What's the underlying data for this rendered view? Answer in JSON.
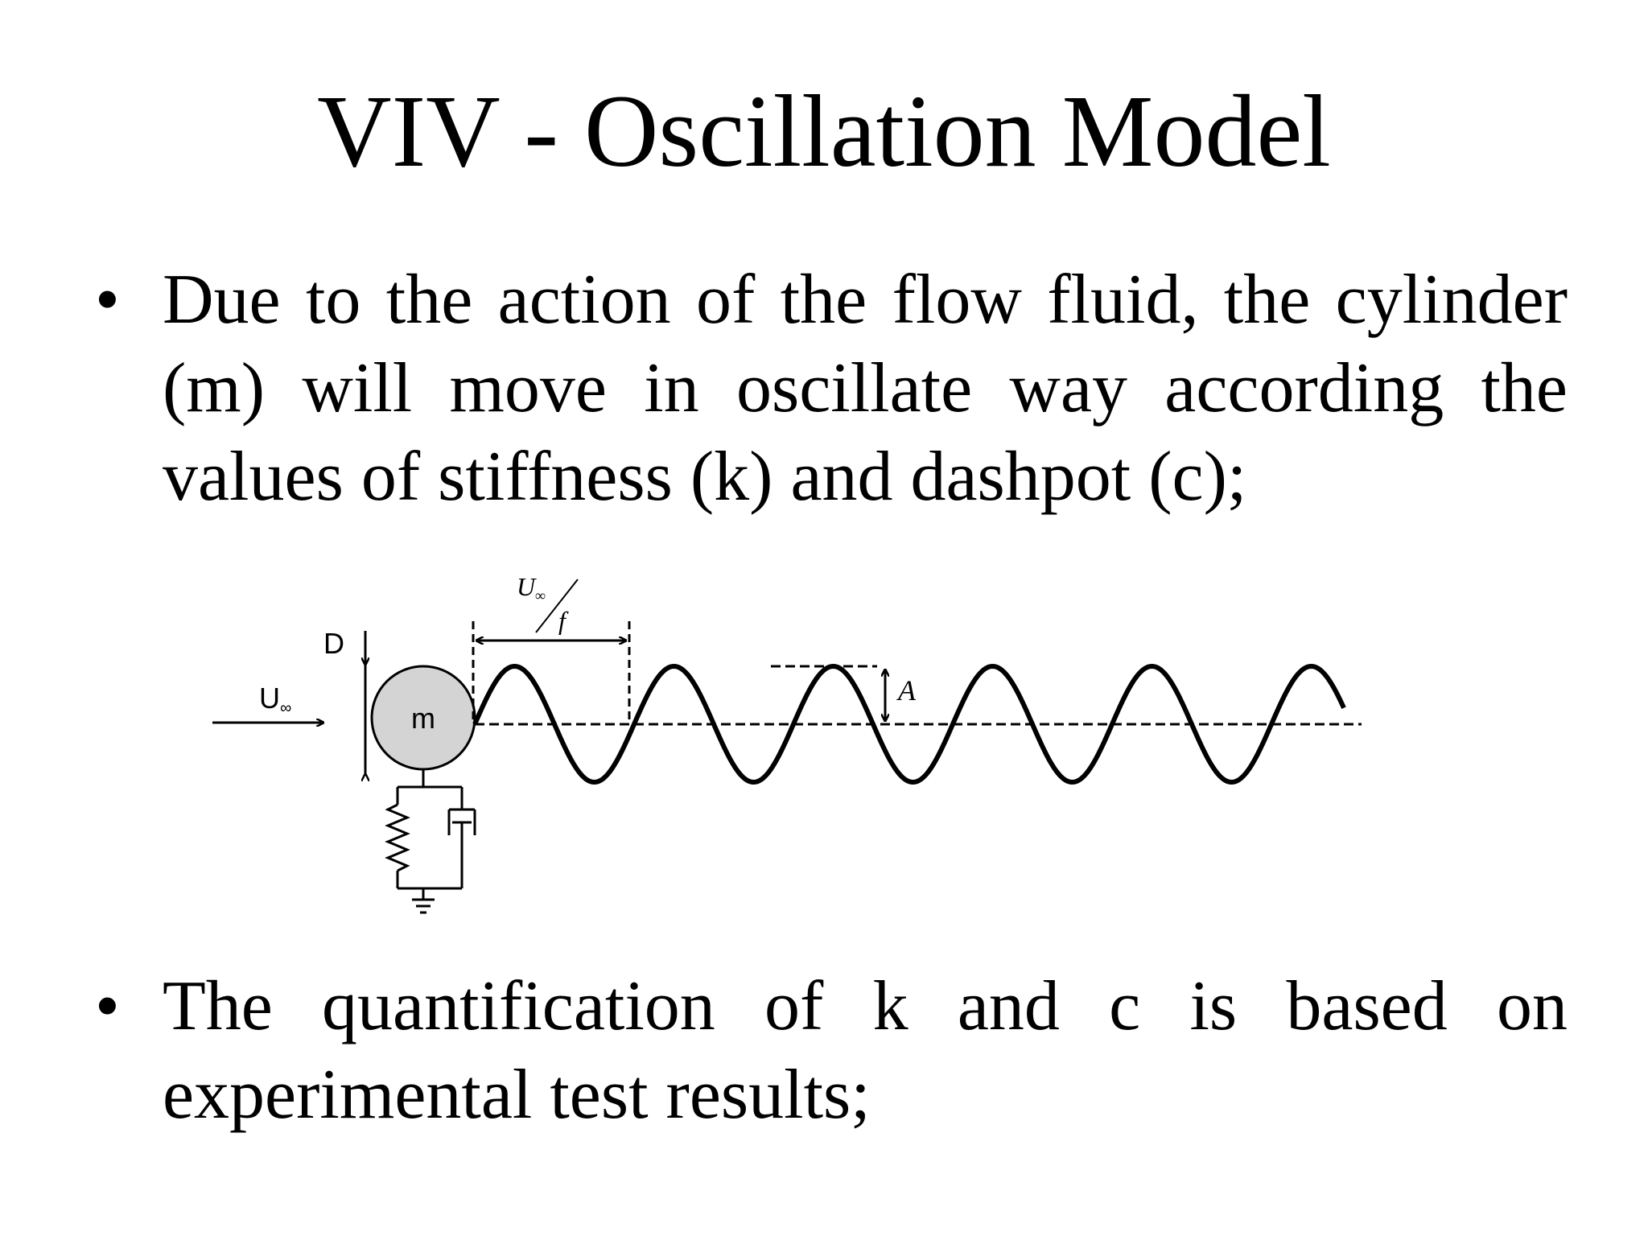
{
  "slide": {
    "title": "VIV - Oscillation Model",
    "bullet_symbol": "•",
    "bullets": [
      "Due to the action of the flow fluid, the cylinder (m) will move in oscillate way according the values of stiffness (k) and dashpot (c);",
      "The quantification of k and c is based on experimental test results;"
    ]
  },
  "diagram": {
    "flow_label": "U",
    "flow_label_sub": "∞",
    "diameter_label": "D",
    "mass_label": "m",
    "wavelength_numerator": "U",
    "wavelength_numerator_sub": "∞",
    "wavelength_denominator": "f",
    "amplitude_label": "A"
  }
}
